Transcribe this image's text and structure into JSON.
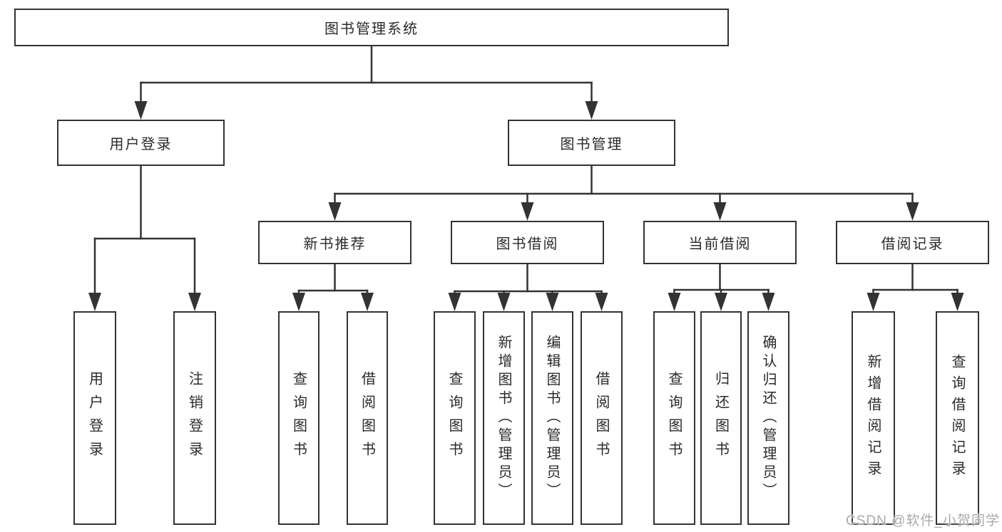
{
  "tree": {
    "label": "图书管理系统",
    "children": [
      {
        "label": "用户登录",
        "children": [
          {
            "label": "用户登录"
          },
          {
            "label": "注销登录"
          }
        ]
      },
      {
        "label": "图书管理",
        "children": [
          {
            "label": "新书推荐",
            "children": [
              {
                "label": "查询图书"
              },
              {
                "label": "借阅图书"
              }
            ]
          },
          {
            "label": "图书借阅",
            "children": [
              {
                "label": "查询图书"
              },
              {
                "label": "新增图书（管理员）"
              },
              {
                "label": "编辑图书（管理员）"
              },
              {
                "label": "借阅图书"
              }
            ]
          },
          {
            "label": "当前借阅",
            "children": [
              {
                "label": "查询图书"
              },
              {
                "label": "归还图书"
              },
              {
                "label": "确认归还（管理员）"
              }
            ]
          },
          {
            "label": "借阅记录",
            "children": [
              {
                "label": "新增借阅记录"
              },
              {
                "label": "查询借阅记录"
              }
            ]
          }
        ]
      }
    ]
  },
  "watermark": {
    "text": "CSDN @软件_小贺同学"
  },
  "colors": {
    "line": "#333333",
    "box_border": "#333333",
    "text": "#2a2a2a",
    "watermark": "#a9a9a9",
    "background": "#ffffff"
  }
}
